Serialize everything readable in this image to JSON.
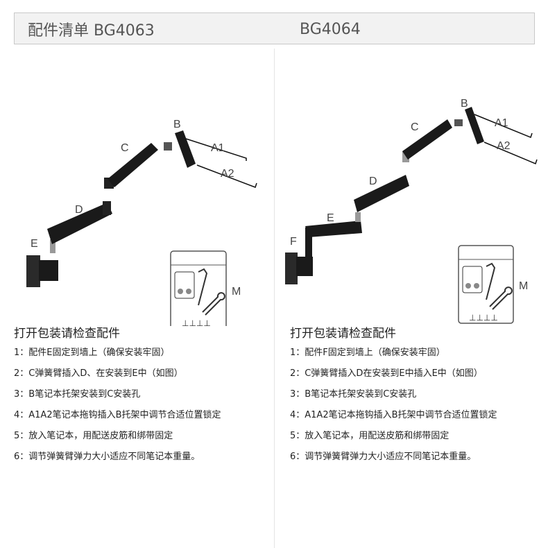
{
  "header": {
    "left_title": "配件清单 BG4063",
    "right_title": "BG4064"
  },
  "left": {
    "labels": {
      "A1": "A1",
      "A2": "A2",
      "B": "B",
      "C": "C",
      "D": "D",
      "E": "E",
      "M": "M"
    },
    "heading": "打开包装请检查配件",
    "steps": [
      "1：配件E固定到墙上（确保安装牢固）",
      "2：C弹簧臂插入D、在安装到E中（如图）",
      "3：B笔记本托架安装到C安装孔",
      "4：A1A2笔记本拖钩插入B托架中调节合适位置锁定",
      "5：放入笔记本，用配送皮筋和绑带固定",
      "6：调节弹簧臂弹力大小适应不同笔记本重量。"
    ]
  },
  "right": {
    "labels": {
      "A1": "A1",
      "A2": "A2",
      "B": "B",
      "C": "C",
      "D": "D",
      "E": "E",
      "F": "F",
      "M": "M"
    },
    "heading": "打开包装请检查配件",
    "steps": [
      "1：配件F固定到墙上（确保安装牢固）",
      "2：C弹簧臂插入D在安装到E中插入E中（如图）",
      "3：B笔记本托架安装到C安装孔",
      "4：A1A2笔记本拖钩插入B托架中调节合适位置锁定",
      "5：放入笔记本，用配送皮筋和绑带固定",
      "6：调节弹簧臂弹力大小适应不同笔记本重量。"
    ]
  }
}
